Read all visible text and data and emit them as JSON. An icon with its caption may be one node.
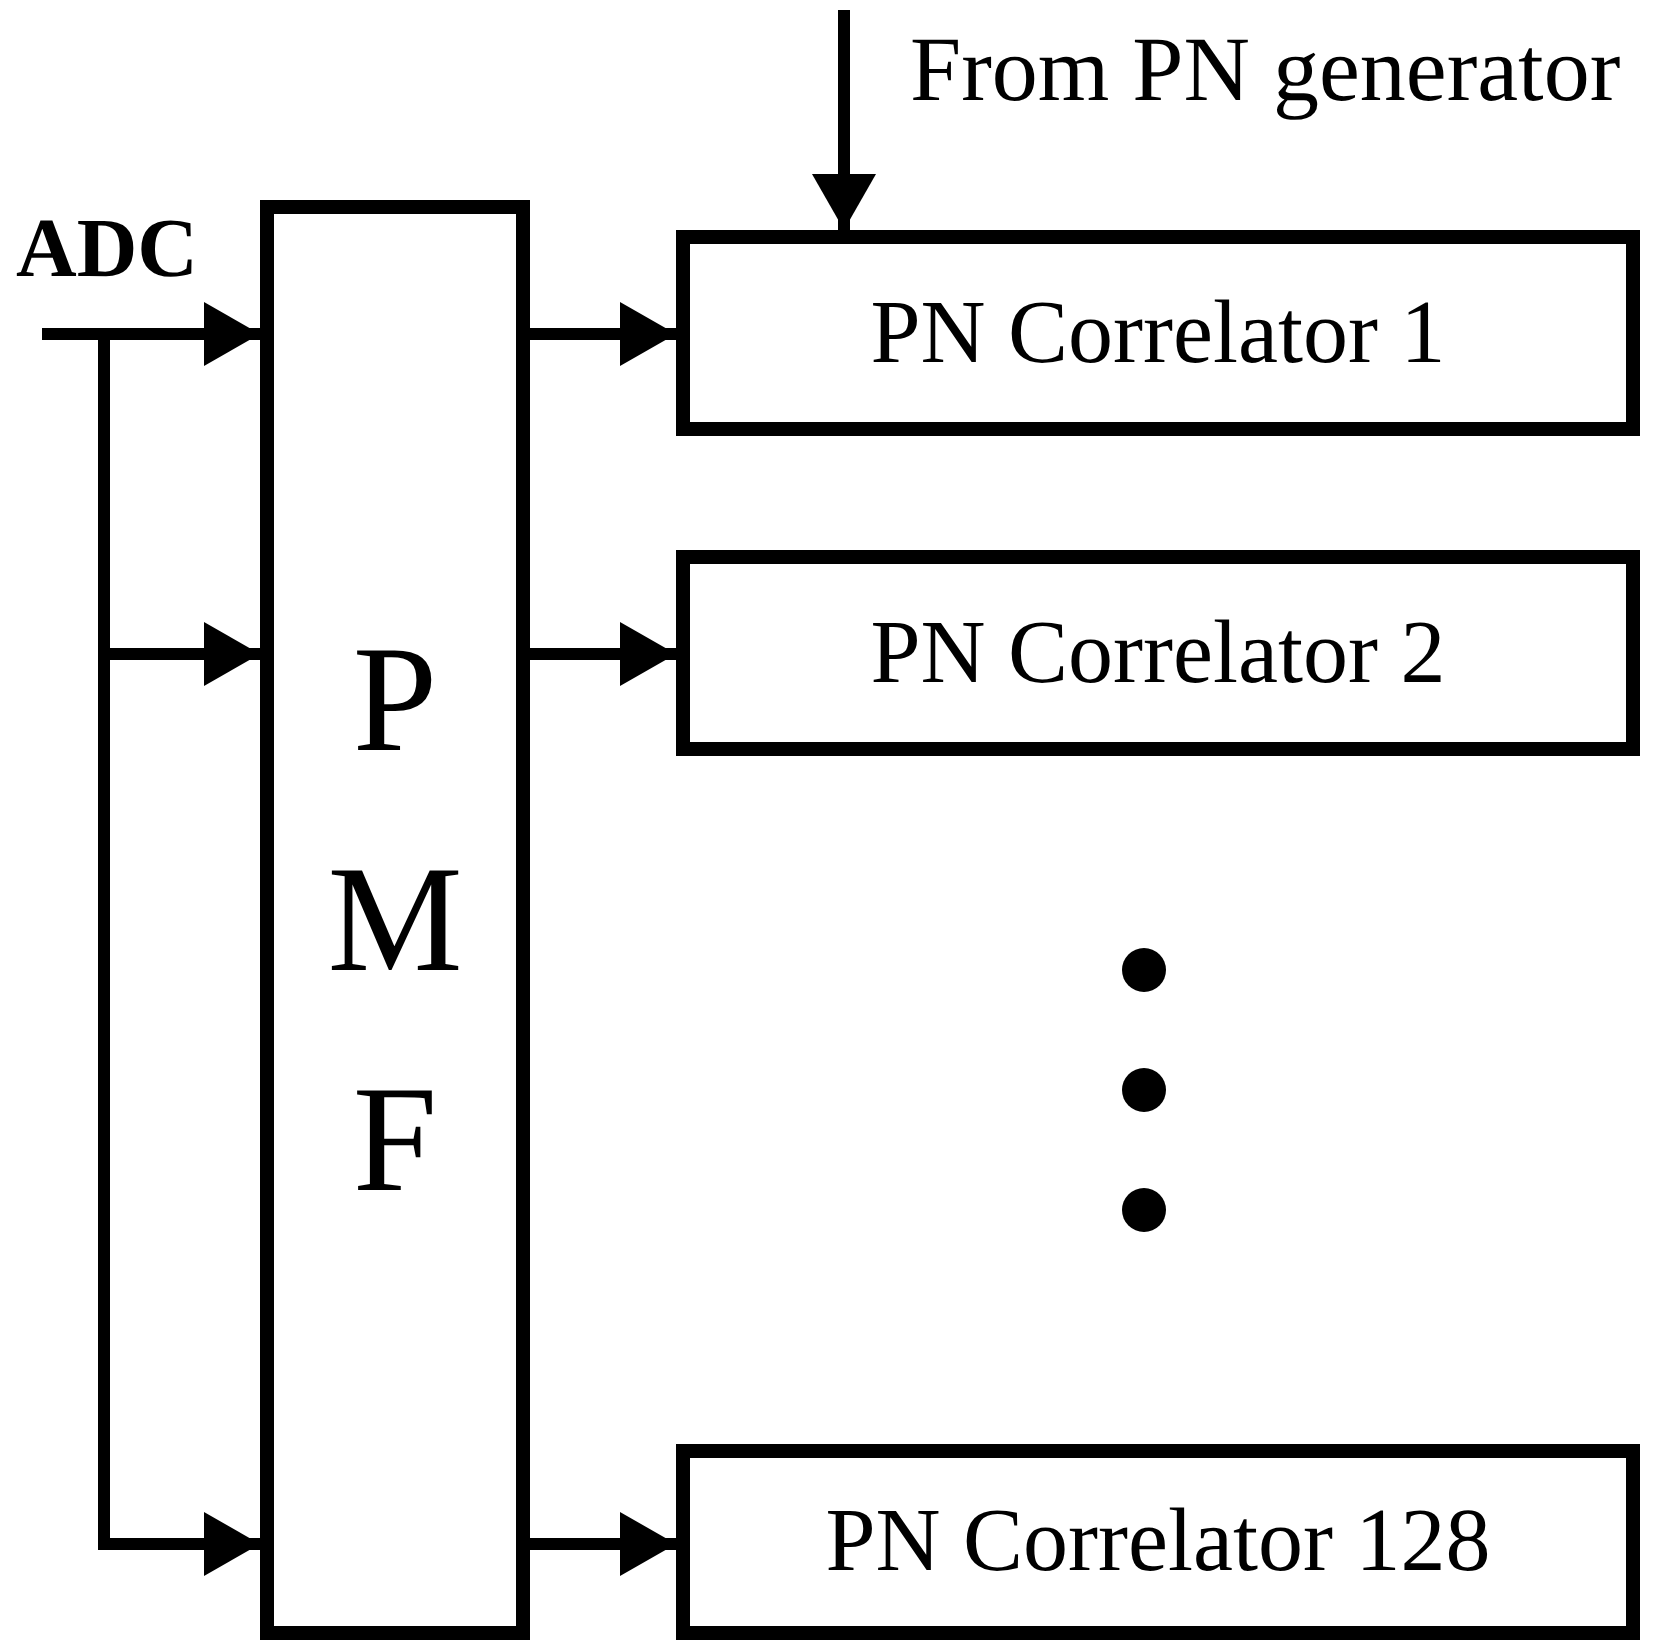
{
  "diagram": {
    "nodes": [
      {
        "text": [
          "P M F"
        ]
      },
      {
        "text": [
          "PN Correlator 1"
        ]
      },
      {
        "text": [
          "PN Correlator 2"
        ]
      },
      {
        "text": [
          "PN Correlator 128"
        ]
      }
    ],
    "edges": [
      {
        "from": null,
        "to": 0,
        "arrow": "to"
      },
      {
        "from": null,
        "to": 0,
        "arrow": "to"
      },
      {
        "from": null,
        "to": 0,
        "arrow": "to"
      },
      {
        "from": 0,
        "to": 1,
        "arrow": "to"
      },
      {
        "from": 0,
        "to": 2,
        "arrow": "to"
      },
      {
        "from": 0,
        "to": 3,
        "arrow": "to"
      },
      {
        "from": null,
        "to": 1,
        "arrow": "to"
      }
    ],
    "labels": [
      "From PN generator",
      "ADC"
    ]
  }
}
